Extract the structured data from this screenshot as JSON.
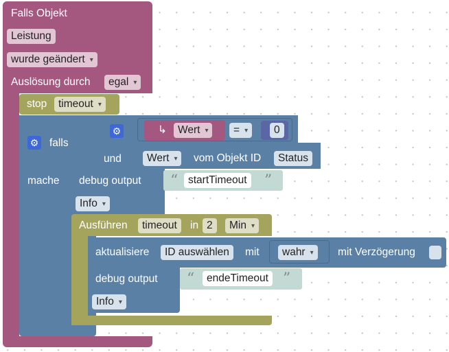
{
  "event": {
    "title": "Falls Objekt",
    "object_id": "Leistung",
    "condition": "wurde geändert",
    "trigger_label": "Auslösung durch",
    "trigger_value": "egal"
  },
  "stop": {
    "label": "stop",
    "value": "timeout"
  },
  "if_block": {
    "falls": "falls",
    "mache": "mache",
    "und": "und"
  },
  "compare": {
    "var": "Wert",
    "op": "=",
    "num": "0"
  },
  "getstate": {
    "attr": "Wert",
    "label": "vom Objekt ID",
    "id": "Status"
  },
  "debug1": {
    "label": "debug output",
    "text": "startTimeout",
    "level": "Info"
  },
  "timeout": {
    "label": "Ausführen",
    "name": "timeout",
    "in": "in",
    "value": "2",
    "unit": "Min"
  },
  "update": {
    "label": "aktualisiere",
    "id": "ID auswählen",
    "with": "mit",
    "value": "wahr",
    "delay_label": "mit Verzögerung"
  },
  "debug2": {
    "label": "debug output",
    "text": "endeTimeout",
    "level": "Info"
  },
  "colors": {
    "event": "#a5587f",
    "stop": "#a5a45d",
    "logic": "#5b80a5",
    "text": "#c2dad3",
    "gear": "#3e67d8"
  }
}
